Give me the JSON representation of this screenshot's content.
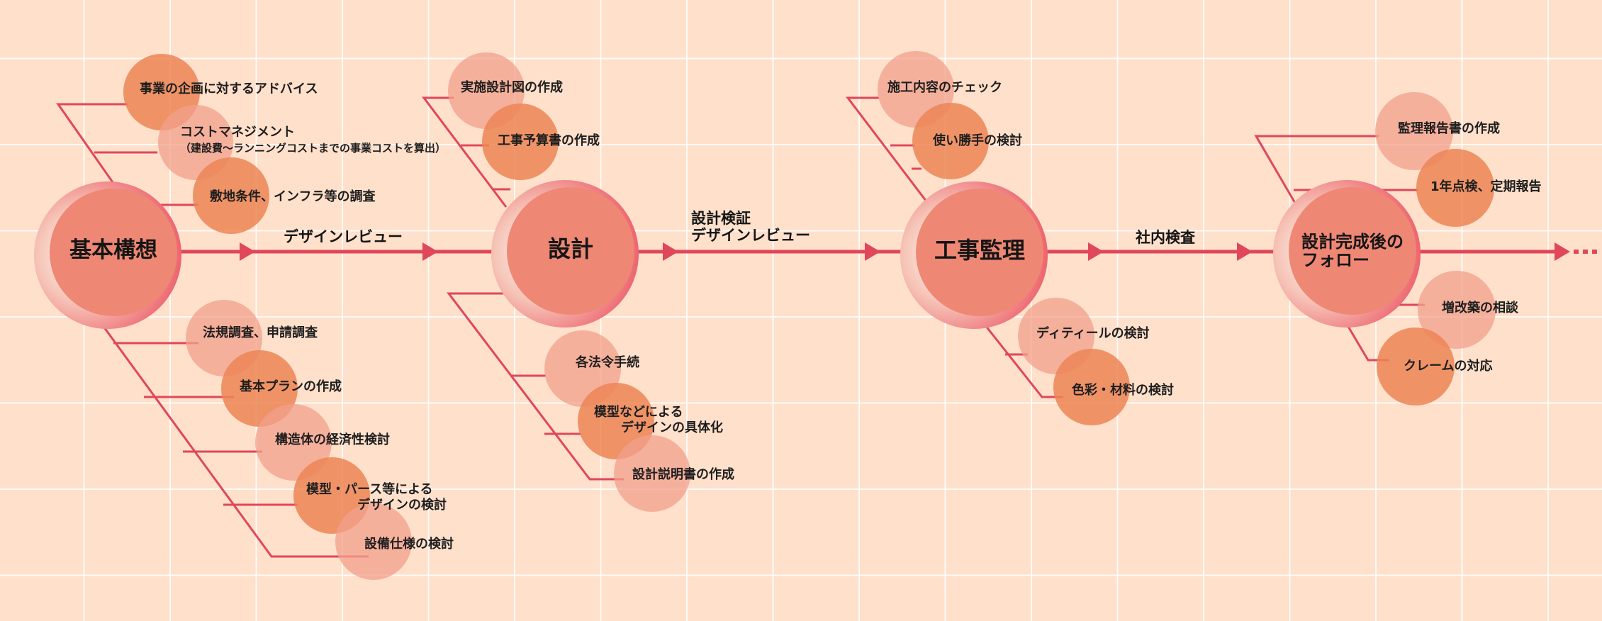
{
  "stages": [
    {
      "title": "基本構想"
    },
    {
      "title": "設計"
    },
    {
      "title": "工事監理"
    },
    {
      "title": "設計完成後の\nフォロー"
    }
  ],
  "edge_labels": [
    "デザインレビュー",
    "設計検証\nデザインレビュー",
    "社内検査"
  ],
  "stage1_items": {
    "advice": "事業の企画に対するアドバイス",
    "cost": "コストマネジメント",
    "cost_sub": "（建設費～ランニングコストまでの事業コストを算出）",
    "site": "敷地条件、インフラ等の調査",
    "law": "法規調査、申請調査",
    "plan": "基本プランの作成",
    "structure": "構造体の経済性検討",
    "model_1": "模型・パース等による",
    "model_2": "デザインの検討",
    "equipment": "設備仕様の検討"
  },
  "stage2_items": {
    "drawing": "実施設計図の作成",
    "budget": "工事予算書の作成",
    "legal": "各法令手続",
    "model_1": "模型などによる",
    "model_2": "デザインの具体化",
    "explain": "設計説明書の作成"
  },
  "stage3_items": {
    "check": "施工内容のチェック",
    "usability": "使い勝手の検討",
    "detail": "ディティールの検討",
    "color": "色彩・材料の検討"
  },
  "stage4_items": {
    "report": "監理報告書の作成",
    "inspection": "1年点検、定期報告",
    "renovation": "増改築の相談",
    "claim": "クレームの対応"
  },
  "colors": {
    "line": "#e0475a",
    "bubble_dark": "#ec8556",
    "bubble_light": "#f2a08c",
    "stage_inner": "#ee8774",
    "background": "#fee0cb"
  }
}
